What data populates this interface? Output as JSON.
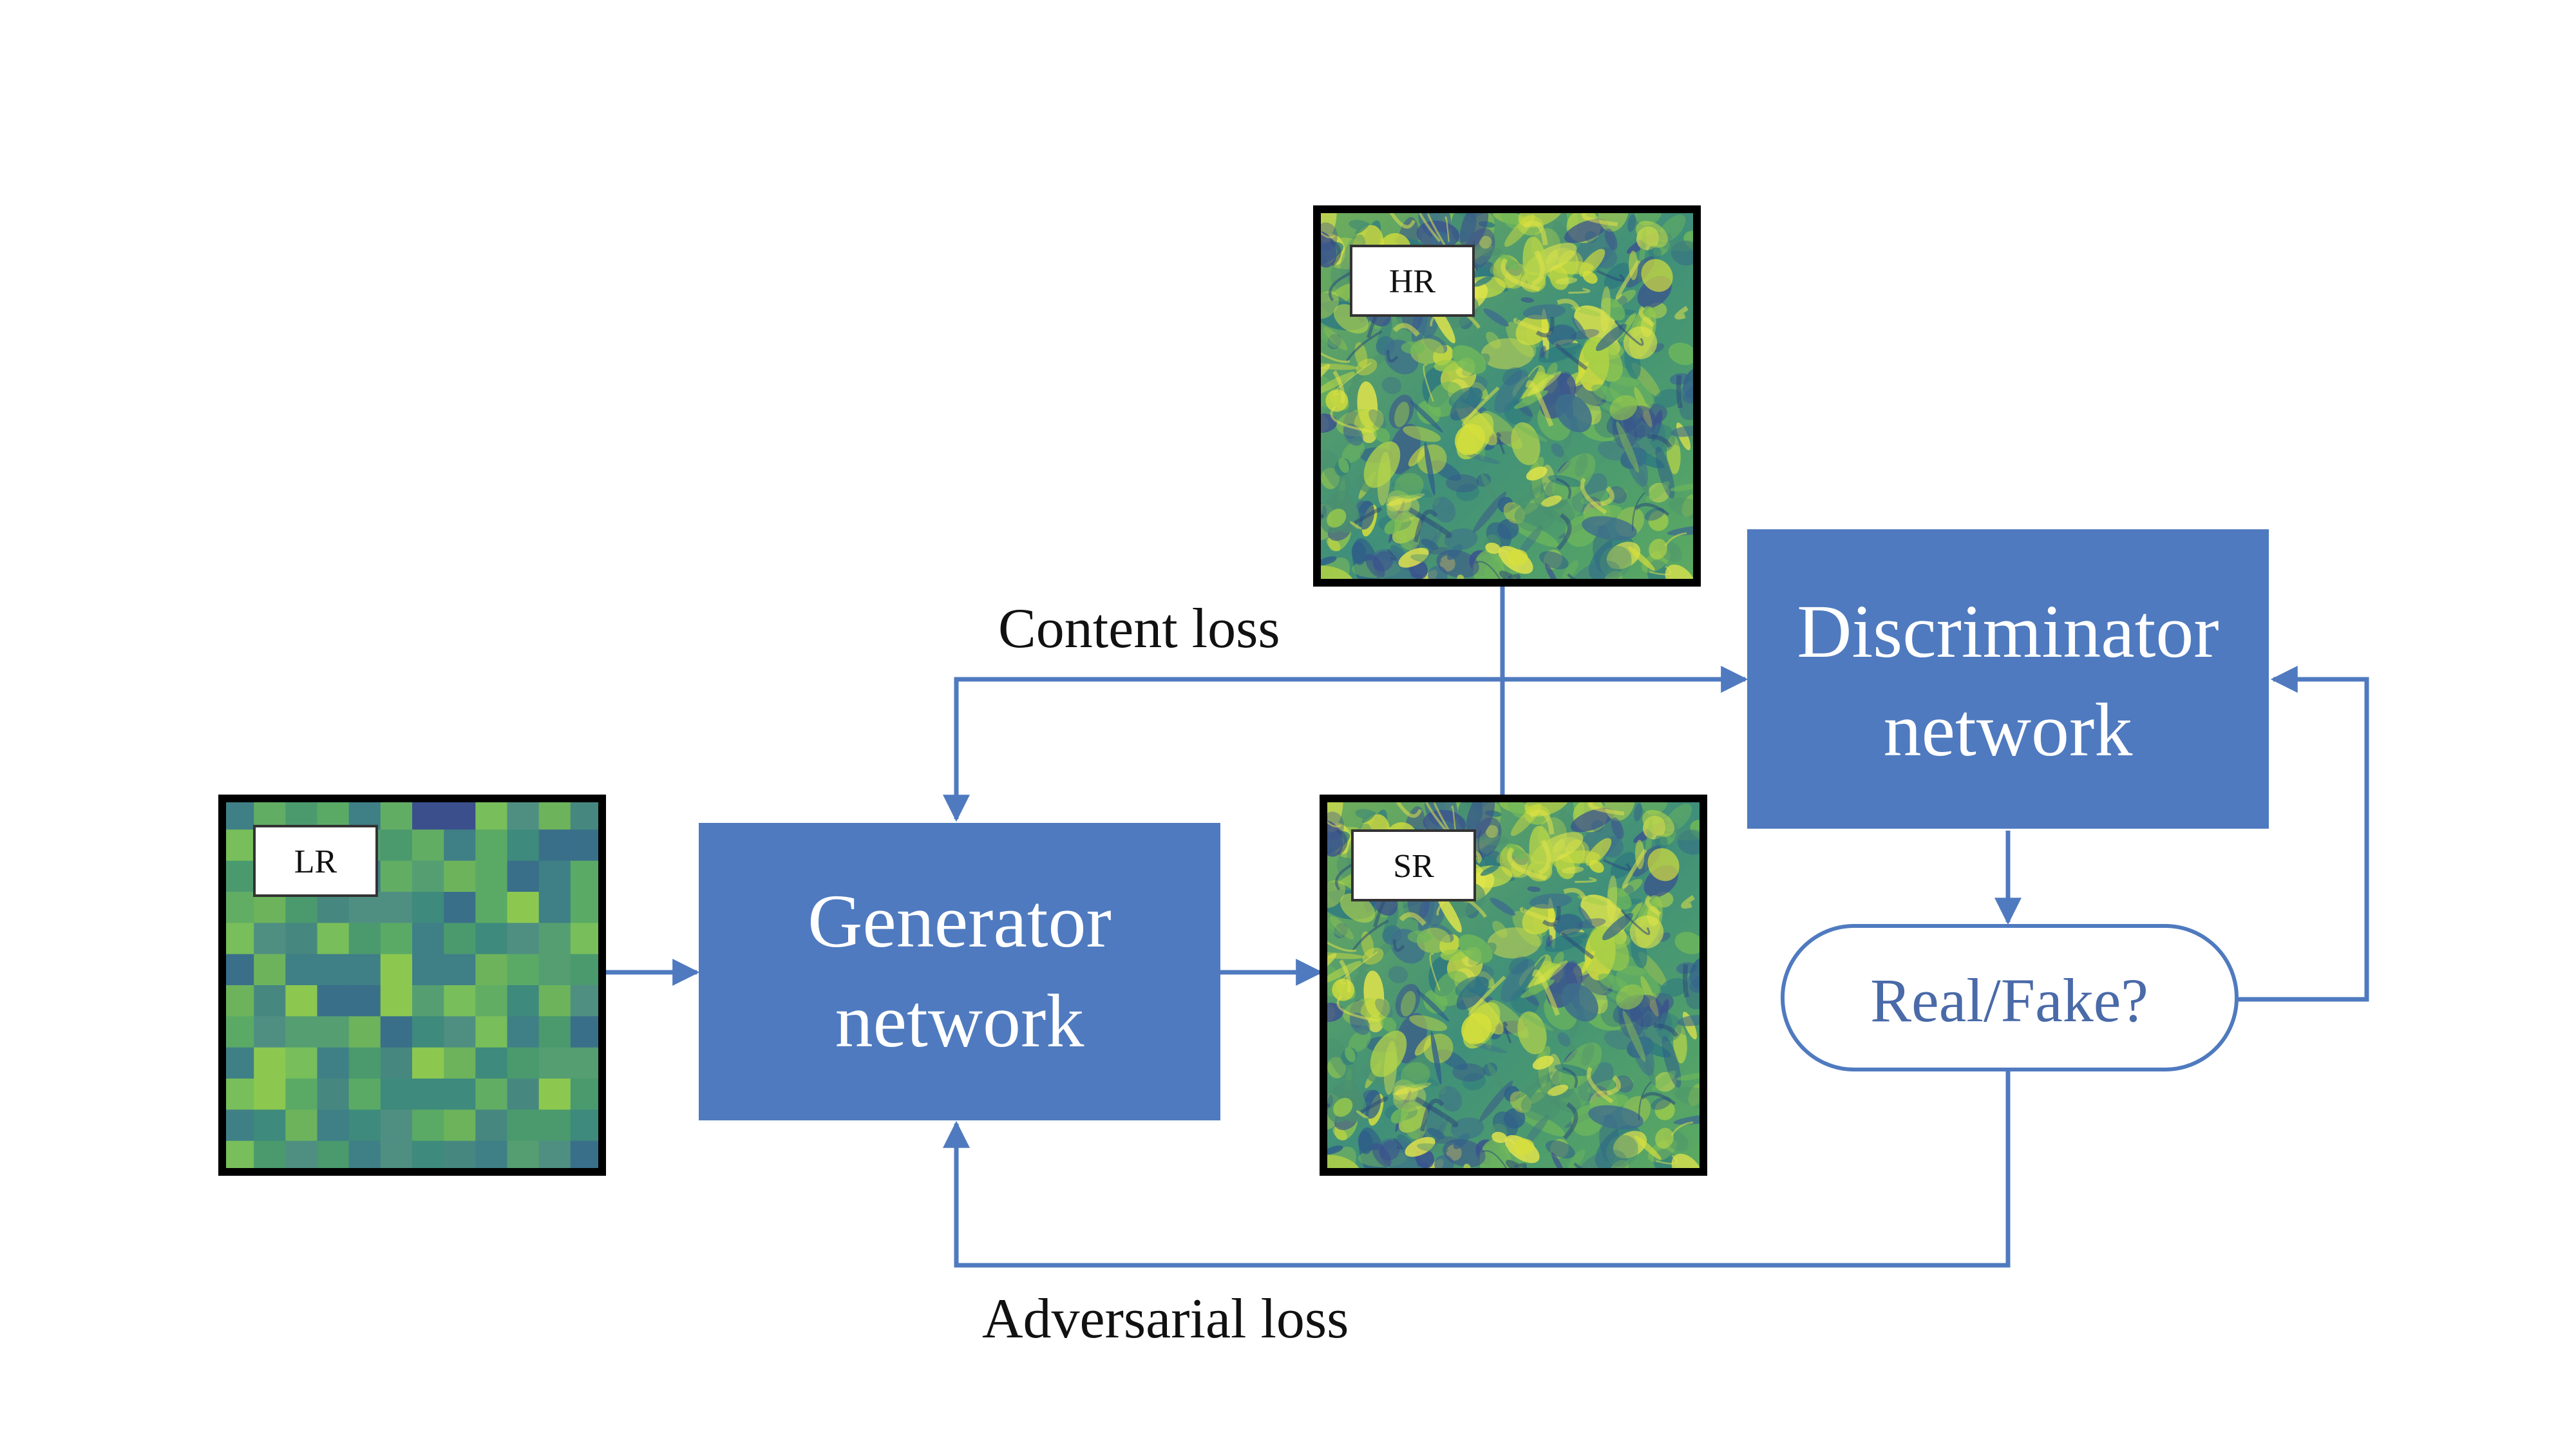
{
  "nodes": {
    "lr_image": {
      "label": "LR"
    },
    "hr_image": {
      "label": "HR"
    },
    "sr_image": {
      "label": "SR"
    },
    "generator": {
      "line1": "Generator",
      "line2": "network"
    },
    "discriminator": {
      "line1": "Discriminator",
      "line2": "network"
    },
    "decision": {
      "label": "Real/Fake?"
    }
  },
  "edges": {
    "content_loss": "Content loss",
    "adversarial_loss": "Adversarial loss"
  },
  "colors": {
    "box_fill": "#4f7abf",
    "line": "#4f7abf",
    "box_text": "#ffffff",
    "decision_text": "#4a6aa8",
    "label_text": "#111111",
    "image_border": "#000000",
    "label_box_border": "#333333"
  }
}
